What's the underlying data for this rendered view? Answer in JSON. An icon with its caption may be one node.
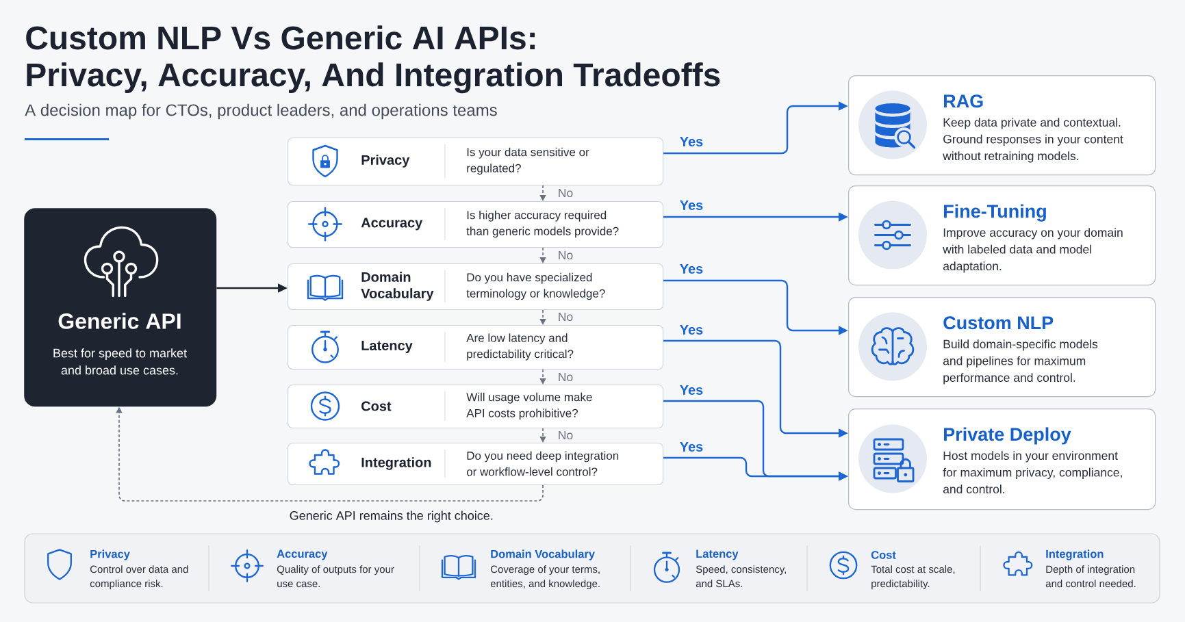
{
  "diagram": {
    "title": "Custom NLP Vs Generic AI APIs: Privacy, Accuracy, And Integration Tradeoffs",
    "nodes": [
      {
        "text": [
          "Generic API",
          "Best for speed to market and broad use cases."
        ]
      },
      {
        "text": [
          "Privacy",
          "Is your data sensitive or regulated?"
        ]
      },
      {
        "text": [
          "Accuracy",
          "Is higher accuracy required than generic models provide?"
        ]
      },
      {
        "text": [
          "Domain Vocabulary",
          "Do you have specialized terminology or knowledge?"
        ]
      },
      {
        "text": [
          "Latency",
          "Are low latency and predictability critical?"
        ]
      },
      {
        "text": [
          "Cost",
          "Will usage volume make API costs prohibitive?"
        ]
      },
      {
        "text": [
          "Integration",
          "Do you need deep integration or workflow-level control?"
        ]
      },
      {
        "text": [
          "RAG",
          "Keep data private and contextual. Ground responses in your content without retraining models."
        ]
      },
      {
        "text": [
          "Fine-Tuning",
          "Improve accuracy on your domain with labeled data and model adaptation."
        ]
      },
      {
        "text": [
          "Custom NLP",
          "Build domain-specific models and pipelines for maximum performance and control."
        ]
      },
      {
        "text": [
          "Private Deploy",
          "Host models in your environment for maximum privacy, compliance, and control."
        ]
      }
    ],
    "edges": [
      {
        "from": 0,
        "to": 3,
        "arrow": "to",
        "color": "#1f2530"
      },
      {
        "from": 1,
        "to": 2,
        "arrow": "to",
        "label": "No",
        "style": "dashed",
        "color": "#6b7280"
      },
      {
        "from": 2,
        "to": 3,
        "arrow": "to",
        "label": "No",
        "style": "dashed",
        "color": "#6b7280"
      },
      {
        "from": 3,
        "to": 4,
        "arrow": "to",
        "label": "No",
        "style": "dashed",
        "color": "#6b7280"
      },
      {
        "from": 4,
        "to": 5,
        "arrow": "to",
        "label": "No",
        "style": "dashed",
        "color": "#6b7280"
      },
      {
        "from": 5,
        "to": 6,
        "arrow": "to",
        "label": "No",
        "style": "dashed",
        "color": "#6b7280"
      },
      {
        "from": 1,
        "to": 7,
        "arrow": "to",
        "label": "Yes"
      },
      {
        "from": 2,
        "to": 8,
        "arrow": "to",
        "label": "Yes"
      },
      {
        "from": 3,
        "to": 9,
        "arrow": "to",
        "label": "Yes"
      },
      {
        "from": 4,
        "to": 10,
        "arrow": "to",
        "label": "Yes"
      },
      {
        "from": 5,
        "to": 10,
        "arrow": "to",
        "label": "Yes"
      },
      {
        "from": 6,
        "to": 10,
        "arrow": "to",
        "label": "Yes"
      },
      {
        "from": 6,
        "to": 0,
        "arrow": "to",
        "label": "Generic API remains the right choice.",
        "style": "dashed",
        "color": "#6b7280"
      }
    ],
    "labels": [
      "A decision map for CTOs, product leaders, and operations teams",
      "Privacy",
      "Control over data and compliance risk.",
      "Accuracy",
      "Quality of outputs for your use case.",
      "Domain Vocabulary",
      "Coverage of your terms, entities, and knowledge.",
      "Latency",
      "Speed, consistency, and SLAs.",
      "Cost",
      "Total cost at scale, predictability.",
      "Integration",
      "Depth of integration and control needed."
    ]
  }
}
